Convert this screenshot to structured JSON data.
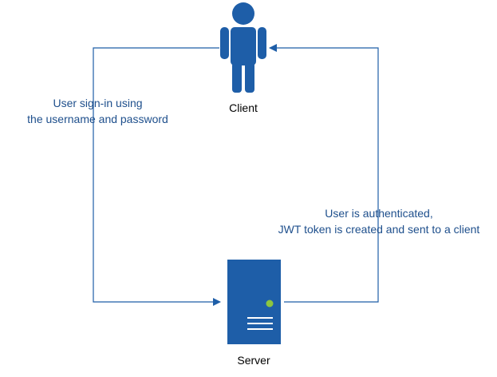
{
  "colors": {
    "accent": "#1e5ea8",
    "label_text": "#1e4f8c",
    "node_text": "#000000",
    "status_light": "#8cc63f",
    "server_lines": "#ffffff"
  },
  "nodes": {
    "client": {
      "icon": "person-icon",
      "label": "Client"
    },
    "server": {
      "icon": "server-icon",
      "label": "Server"
    }
  },
  "edges": {
    "signin": {
      "from": "client",
      "to": "server",
      "label_lines": [
        "User sign-in using",
        "the username and password"
      ]
    },
    "authenticated": {
      "from": "server",
      "to": "client",
      "label_lines": [
        "User is authenticated,",
        "JWT token is created and sent to a client"
      ]
    }
  }
}
